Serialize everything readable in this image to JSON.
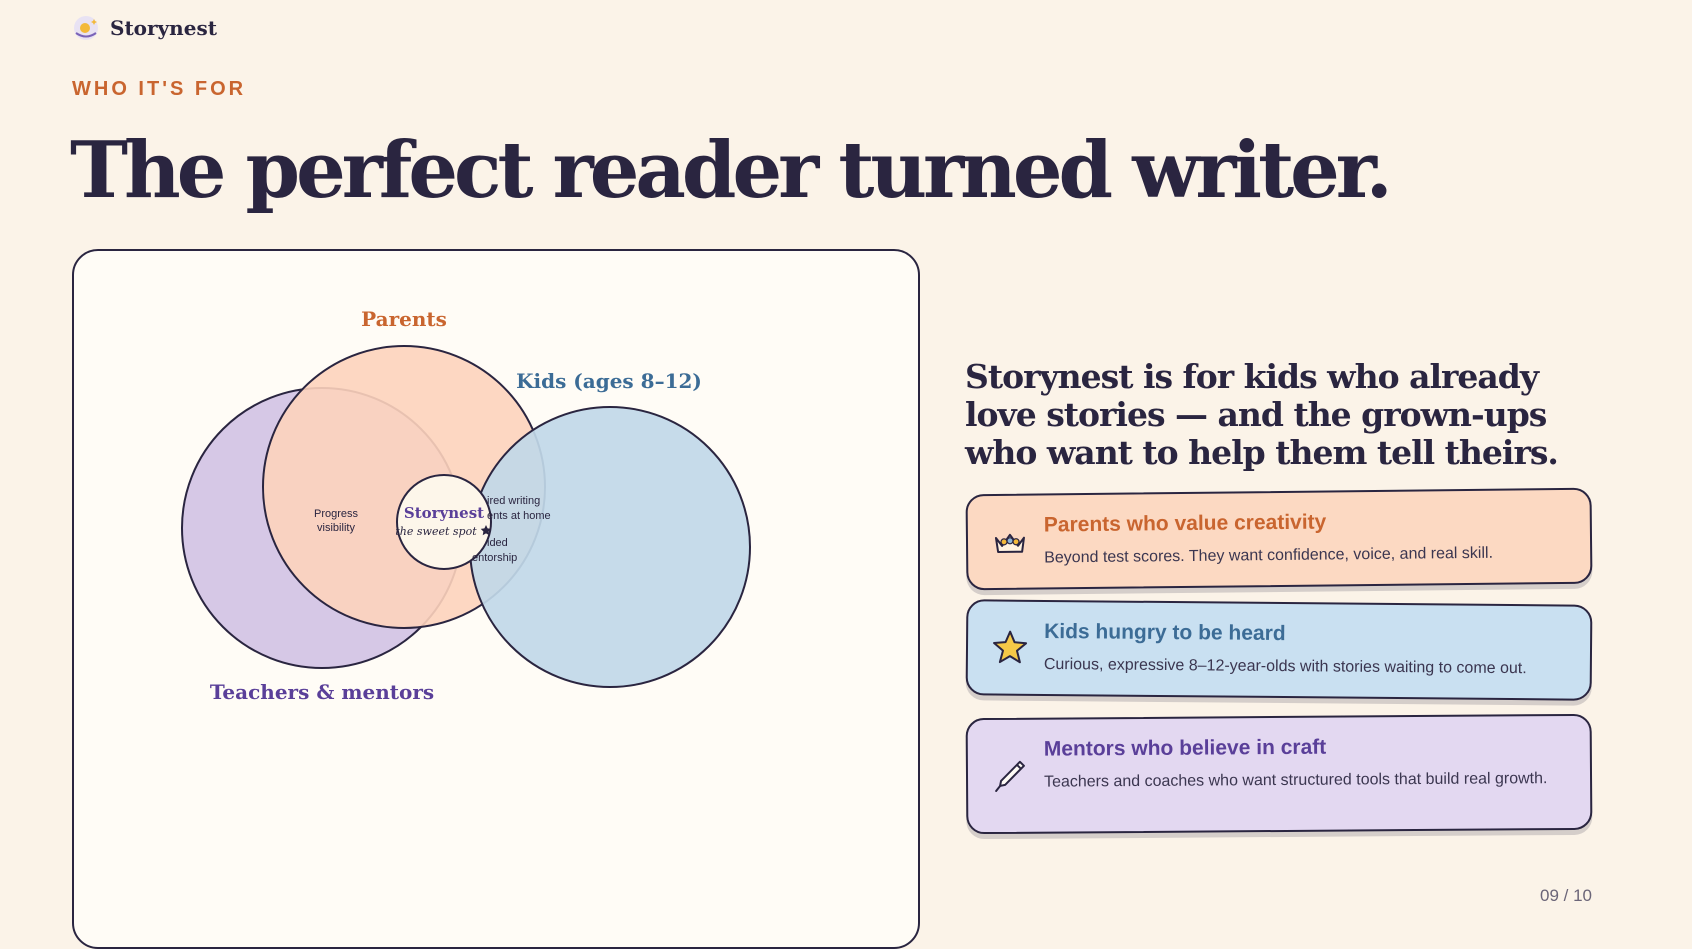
{
  "brand": {
    "name": "Storynest",
    "icon": "sunrise-logo-icon"
  },
  "kicker": "WHO IT'S FOR",
  "headline": "The perfect reader turned writer.",
  "venn": {
    "sets": [
      {
        "label": "Parents",
        "color": "#c9652f",
        "fill": "#fdd3bd"
      },
      {
        "label": "Kids (ages 8–12)",
        "color": "#3c6c96",
        "fill": "#c1d8e8"
      },
      {
        "label": "Teachers & mentors",
        "color": "#5a3f99",
        "fill": "#d6c8e6"
      }
    ],
    "overlap_parents_teachers": [
      "Progress",
      "visibility"
    ],
    "overlap_parents_kids": [
      "ired writing",
      "ents at home"
    ],
    "overlap_kids_teachers": [
      "ided",
      "entorship"
    ],
    "center": {
      "title": "Storynest",
      "subtitle": "the sweet spot"
    },
    "center_marker": "star-icon"
  },
  "lede": "Storynest is for kids who already love stories — and the grown-ups who want to help them tell theirs.",
  "audiences": [
    {
      "title": "Parents who value creativity",
      "description": "Beyond test scores. They want confidence, voice, and real skill.",
      "icon": "crown-icon",
      "background": "#fcd9c2"
    },
    {
      "title": "Kids hungry to be heard",
      "description": "Curious, expressive 8–12-year-olds with stories waiting to come out.",
      "icon": "star-icon",
      "background": "#c9e0f1"
    },
    {
      "title": "Mentors who believe in craft",
      "description": "Teachers and coaches who want structured tools that build real growth.",
      "icon": "pen-icon",
      "background": "#e3d8f1"
    }
  ],
  "page_number": "09 / 10"
}
